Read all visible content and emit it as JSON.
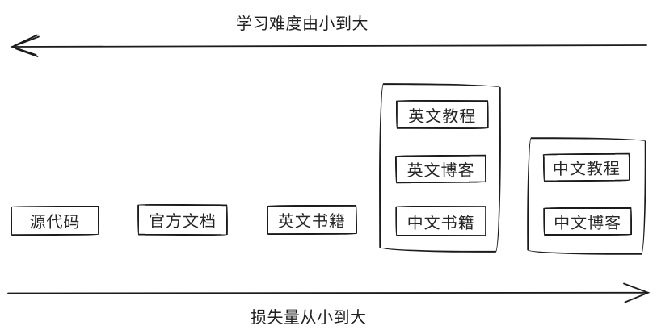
{
  "diagram": {
    "background": "#ffffff",
    "ink_color": "#1b1b1b",
    "top_axis": {
      "label": "学习难度由小到大",
      "direction": "left"
    },
    "bottom_axis": {
      "label": "损失量从小到大",
      "direction": "right"
    },
    "nodes": [
      {
        "id": "source-code",
        "label": "源代码"
      },
      {
        "id": "official-docs",
        "label": "官方文档"
      },
      {
        "id": "english-books",
        "label": "英文书籍"
      }
    ],
    "groups": [
      {
        "id": "english-group",
        "items": [
          {
            "id": "english-tutorials",
            "label": "英文教程"
          },
          {
            "id": "english-blogs",
            "label": "英文博客"
          },
          {
            "id": "chinese-books",
            "label": "中文书籍"
          }
        ]
      },
      {
        "id": "chinese-group",
        "items": [
          {
            "id": "chinese-tutorials",
            "label": "中文教程"
          },
          {
            "id": "chinese-blogs",
            "label": "中文博客"
          }
        ]
      }
    ]
  }
}
